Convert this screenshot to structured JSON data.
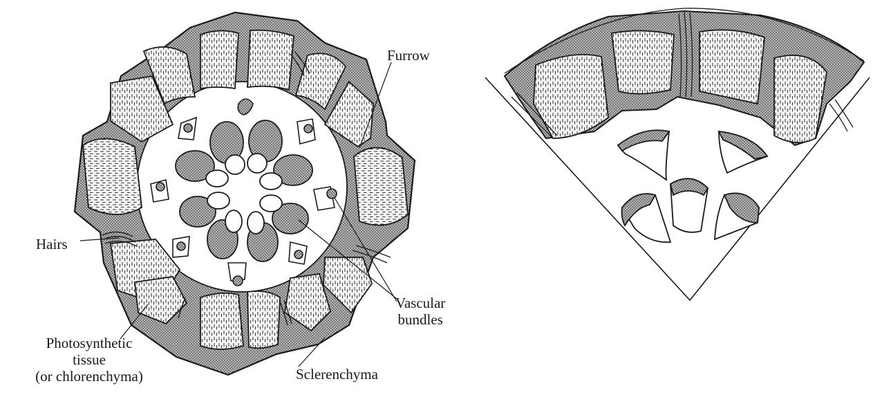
{
  "labels": {
    "furrow": "Furrow",
    "hairs": "Hairs",
    "vascular_line1": "Vascular",
    "vascular_line2": "bundles",
    "photosynthetic_line1": "Photosynthetic",
    "photosynthetic_line2": "tissue",
    "photosynthetic_line3": "(or chlorenchyma)",
    "sclerenchyma": "Sclerenchyma"
  },
  "colors": {
    "ink": "#1a1a1a",
    "sclerenchyma_fill": "#8f8f8f",
    "tissue_fill": "#f3f3f3",
    "background": "#ffffff"
  }
}
